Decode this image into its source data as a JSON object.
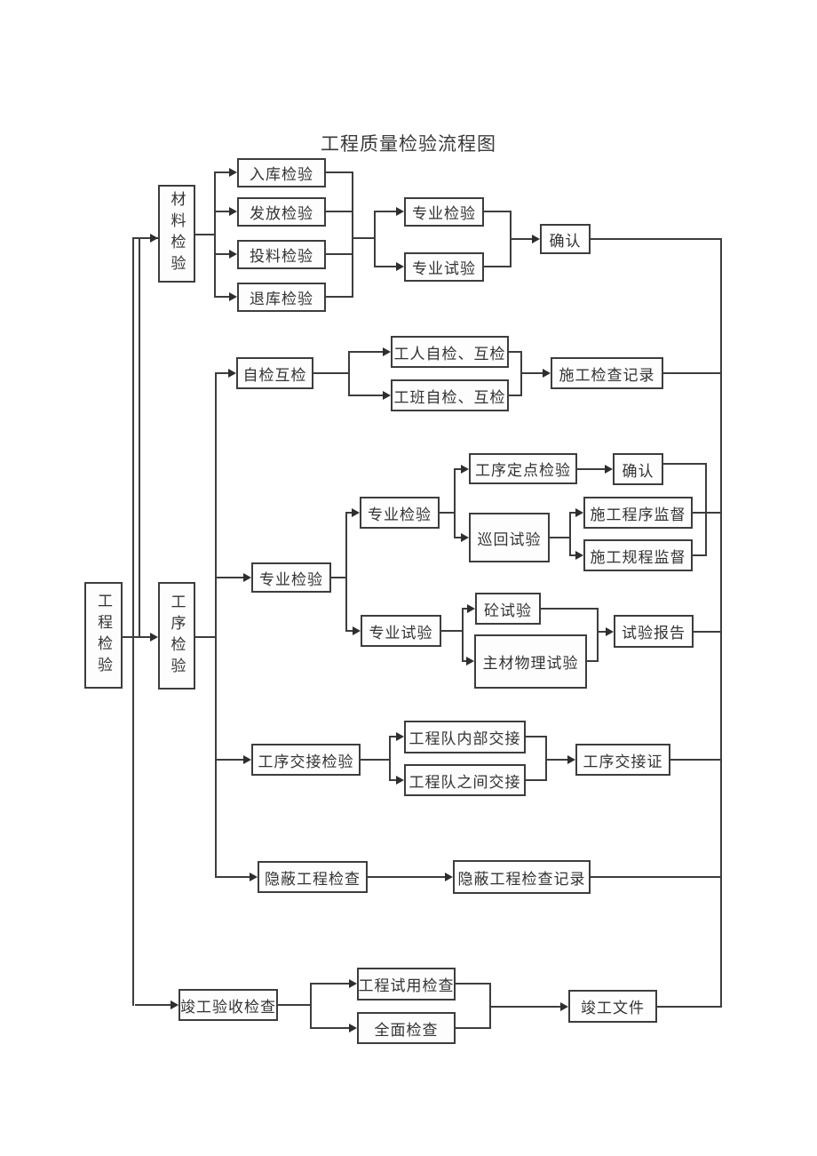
{
  "title": "工程质量检验流程图",
  "nodes": [
    {
      "id": "project-inspection",
      "label": "工程检验"
    },
    {
      "id": "material-inspection",
      "label": "材料检验"
    },
    {
      "id": "process-inspection",
      "label": "工序检验"
    },
    {
      "id": "warehousing-inspection",
      "label": "入库检验"
    },
    {
      "id": "issuance-inspection",
      "label": "发放检验"
    },
    {
      "id": "feeding-inspection",
      "label": "投料检验"
    },
    {
      "id": "return-inspection",
      "label": "退库检验"
    },
    {
      "id": "professional-inspection-1",
      "label": "专业检验"
    },
    {
      "id": "professional-test-1",
      "label": "专业试验"
    },
    {
      "id": "confirm-1",
      "label": "确认"
    },
    {
      "id": "self-mutual-inspection",
      "label": "自检互检"
    },
    {
      "id": "worker-self-mutual-inspection",
      "label": "工人自检、互检"
    },
    {
      "id": "team-self-mutual-inspection",
      "label": "工班自检、互检"
    },
    {
      "id": "construction-check-record",
      "label": "施工检查记录"
    },
    {
      "id": "professional-inspection-2",
      "label": "专业检验"
    },
    {
      "id": "professional-inspection-3",
      "label": "专业检验"
    },
    {
      "id": "process-fixed-point-inspection",
      "label": "工序定点检验"
    },
    {
      "id": "patrol-test",
      "label": "巡回试验"
    },
    {
      "id": "confirm-2",
      "label": "确认"
    },
    {
      "id": "construction-procedure-supervision",
      "label": "施工程序监督"
    },
    {
      "id": "construction-regulation-supervision",
      "label": "施工规程监督"
    },
    {
      "id": "professional-test-2",
      "label": "专业试验"
    },
    {
      "id": "concrete-test",
      "label": "砼试验"
    },
    {
      "id": "main-material-physical-test",
      "label": "主材物理试验"
    },
    {
      "id": "test-report",
      "label": "试验报告"
    },
    {
      "id": "process-handover-inspection",
      "label": "工序交接检验"
    },
    {
      "id": "team-internal-handover",
      "label": "工程队内部交接"
    },
    {
      "id": "team-between-handover",
      "label": "工程队之间交接"
    },
    {
      "id": "process-handover-certificate",
      "label": "工序交接证"
    },
    {
      "id": "hidden-work-inspection",
      "label": "隐蔽工程检查"
    },
    {
      "id": "hidden-work-check-record",
      "label": "隐蔽工程检查记录"
    },
    {
      "id": "completion-acceptance-inspection",
      "label": "竣工验收检查"
    },
    {
      "id": "project-trial-use-inspection",
      "label": "工程试用检查"
    },
    {
      "id": "comprehensive-inspection",
      "label": "全面检查"
    },
    {
      "id": "completion-documents",
      "label": "竣工文件"
    }
  ]
}
